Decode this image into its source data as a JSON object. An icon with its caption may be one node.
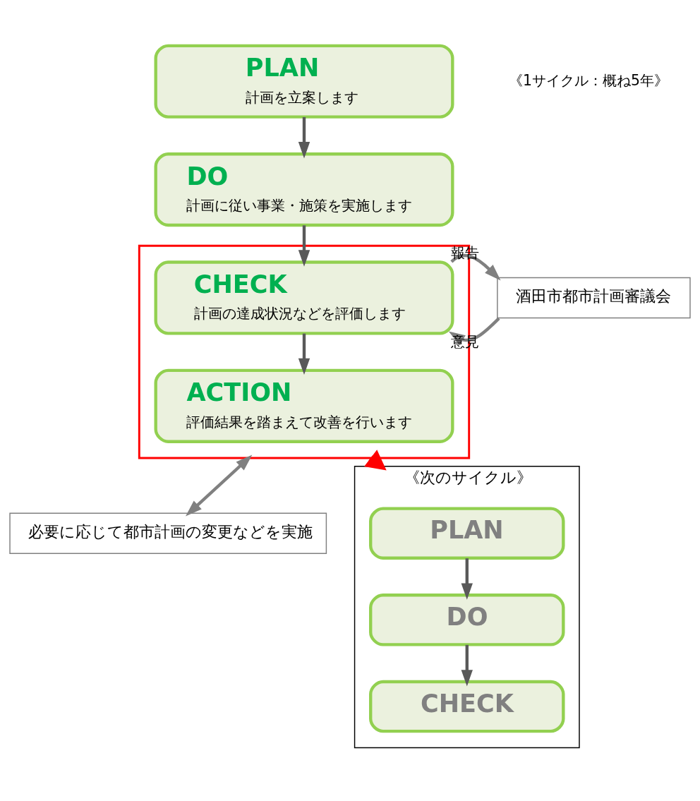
{
  "diagram": {
    "nodes": [
      {
        "text": [
          "PLAN",
          "計画を立案します"
        ]
      },
      {
        "text": [
          "DO",
          "計画に従い事業・施策を実施します"
        ]
      },
      {
        "text": [],
        "shape": "box"
      },
      {
        "text": [
          "CHECK",
          "計画の達成状況などを評価します"
        ],
        "in": 2
      },
      {
        "text": [
          "ACTION",
          "評価結果を踏まえて改善を行います"
        ],
        "in": 2
      },
      {
        "text": [
          "酒田市都市計画審議会"
        ]
      },
      {
        "text": [
          "必要に応じて都市計画の変更などを実施"
        ]
      },
      {
        "text": [
          "《次のサイクル》"
        ]
      },
      {
        "text": [
          "PLAN"
        ],
        "in": 7
      },
      {
        "text": [
          "DO"
        ],
        "in": 7
      },
      {
        "text": [
          "CHECK"
        ],
        "in": 7
      }
    ],
    "edges": [
      {
        "from": 0,
        "to": 1,
        "arrow": "to"
      },
      {
        "from": 1,
        "to": 3,
        "arrow": "to"
      },
      {
        "from": 3,
        "to": 4,
        "arrow": "to"
      },
      {
        "from": 3,
        "to": 5,
        "arrow": "to",
        "label": "報告",
        "color": "#808080"
      },
      {
        "from": 5,
        "to": 3,
        "arrow": "to",
        "label": "意見",
        "color": "#808080"
      },
      {
        "from": 2,
        "to": 6,
        "arrow": "both",
        "color": "#808080"
      },
      {
        "from": 2,
        "to": 7,
        "arrow": "to",
        "style": "thick",
        "color": "#ff0000"
      },
      {
        "from": 8,
        "to": 9,
        "arrow": "to"
      },
      {
        "from": 9,
        "to": 10,
        "arrow": "to"
      }
    ],
    "labels": [
      "《1サイクル：概ね5年》"
    ]
  }
}
